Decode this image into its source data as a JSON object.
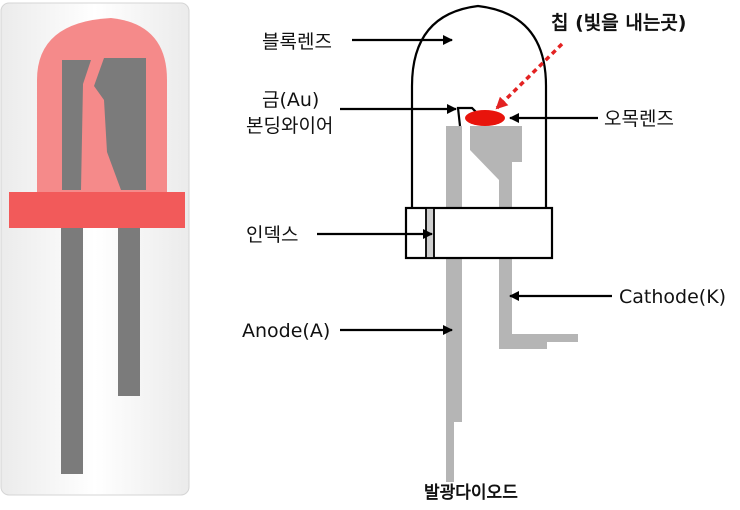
{
  "title": "발광다이오드",
  "labels": {
    "chip": "칩 (빛을 내는곳)",
    "epoxy_lens": "블록렌즈",
    "gold_wire_line1": "금(Au)",
    "gold_wire_line2": "본딩와이어",
    "concave_lens": "오목렌즈",
    "index": "인덱스",
    "cathode": "Cathode(K)",
    "anode": "Anode(A)"
  },
  "colors": {
    "chip_label": "#e32222",
    "title": "#1f3a93",
    "chip": "#e8140c",
    "lead": "#b5b5b5",
    "led_body": "#f58a8a",
    "led_flange": "#f25a5a",
    "led_lead": "#7b7b7b"
  }
}
